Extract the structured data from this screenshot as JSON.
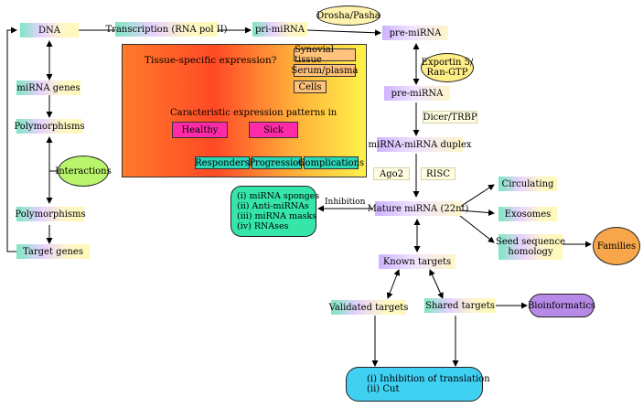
{
  "nodes": {
    "dna": "DNA",
    "transcription": "Transcription (RNA pol II)",
    "pri_mirna": "pri-miRNA",
    "drosha": "Drosha/Pasha",
    "pre_mirna_top": "pre-miRNA",
    "exportin_line1": "Exportin 5/",
    "exportin_line2": "Ran-GTP",
    "pre_mirna_mid": "pre-miRNA",
    "dicer": "Dicer/TRBP",
    "duplex": "miRNA-miRNA duplex",
    "ago2": "Ago2",
    "risc": "RISC",
    "mature": "Mature miRNA (22nt)",
    "circulating": "Circulating",
    "exosomes": "Exosomes",
    "seed_line1": "Seed sequence",
    "seed_line2": "homology",
    "families": "Families",
    "known_targets": "Known targets",
    "validated_targets": "Validated targets",
    "shared_targets": "Shared targets",
    "bioinformatics": "Bioinformatics",
    "inhibition_line1": "(i) Inhibition of translation",
    "inhibition_line2": "(ii) Cut",
    "mirna_genes": "miRNA genes",
    "polymorphisms_top": "Polymorphisms",
    "interactions": "Interactions",
    "polymorphisms_bottom": "Polymorphisms",
    "target_genes": "Target genes",
    "inhibition_label": "Inhibition",
    "sponges": [
      "(i) miRNA sponges",
      "(ii) Anti-miRNAs",
      "(iii) miRNA masks",
      "(iv) RNAses"
    ]
  },
  "panel": {
    "tissue_label": "Tissue-specific expression?",
    "tissues": [
      "Synovial tissue",
      "Serum/plasma",
      "Cells"
    ],
    "patterns_label": "Caracteristic expression patterns in",
    "healthy": "Healthy",
    "sick": "Sick",
    "outcomes": [
      "Responders",
      "Progression",
      "Complications"
    ]
  },
  "colors": {
    "ellipse_yellow": "#ffee88",
    "ellipse_green": "#b9f56a",
    "ellipse_orange": "#f7a64a",
    "ellipse_purple": "#b88ae8",
    "sponge_green": "#35e6a8",
    "bottom_blue": "#3fd0f2"
  }
}
